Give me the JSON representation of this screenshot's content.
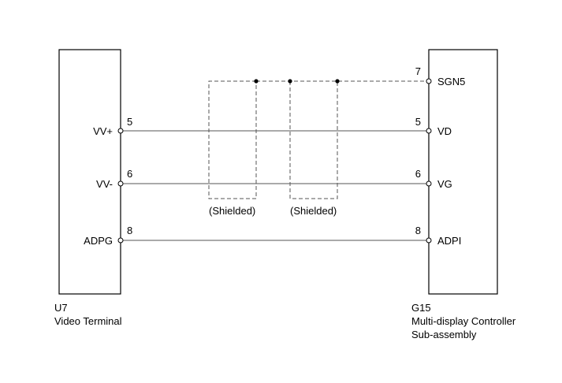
{
  "left_component": {
    "code": "U7",
    "name": "Video Terminal",
    "pins": [
      {
        "label": "VV+",
        "number": "5"
      },
      {
        "label": "VV-",
        "number": "6"
      },
      {
        "label": "ADPG",
        "number": "8"
      }
    ]
  },
  "right_component": {
    "code": "G15",
    "name_line1": "Multi-display Controller",
    "name_line2": "Sub-assembly",
    "pins": [
      {
        "label": "SGN5",
        "number": "7"
      },
      {
        "label": "VD",
        "number": "5"
      },
      {
        "label": "VG",
        "number": "6"
      },
      {
        "label": "ADPI",
        "number": "8"
      }
    ]
  },
  "shields": [
    {
      "label": "(Shielded)"
    },
    {
      "label": "(Shielded)"
    }
  ]
}
